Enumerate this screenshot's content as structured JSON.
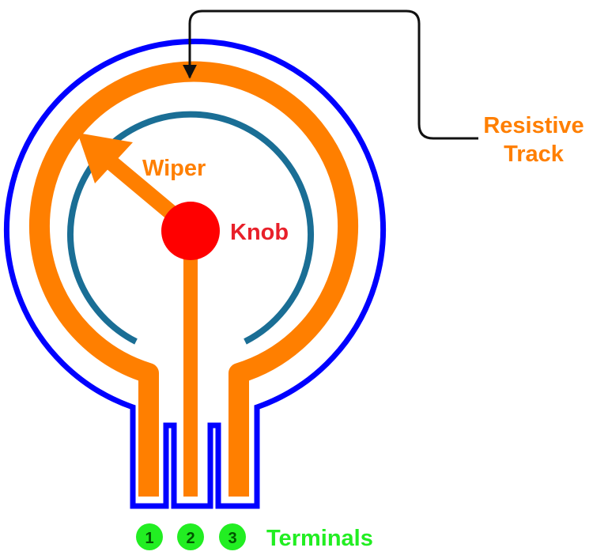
{
  "labels": {
    "wiper": "Wiper",
    "knob": "Knob",
    "resistive_track_line1": "Resistive",
    "resistive_track_line2": "Track",
    "terminals": "Terminals"
  },
  "terminals": [
    "1",
    "2",
    "3"
  ],
  "colors": {
    "housing": "#0000ff",
    "track": "#ff7f00",
    "inner_arc": "#1a6e95",
    "knob": "#ff0000",
    "knob_label": "#e8202a",
    "label_orange": "#ff7f00",
    "terminal_fill": "#22ee22",
    "terminal_text": "#005500",
    "terminals_label": "#22ee22",
    "pointer": "#111111"
  }
}
